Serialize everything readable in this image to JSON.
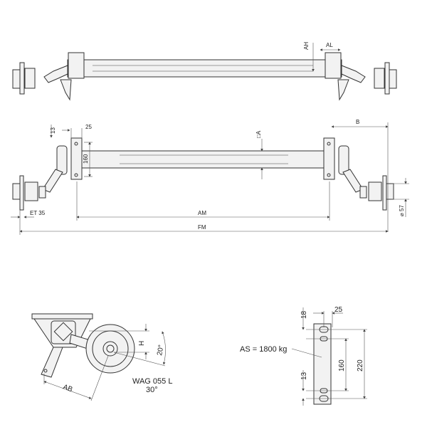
{
  "top_view": {
    "labels": {
      "ah": "AH",
      "al": "AL"
    }
  },
  "front_view": {
    "labels": {
      "d13": "13",
      "d25": "25",
      "d160": "160",
      "square_a": "□A",
      "b": "B",
      "et": "ET 35",
      "am": "AM",
      "fm": "FM",
      "d57": "⌀ 57"
    }
  },
  "side_view": {
    "labels": {
      "h": "H",
      "angle20": "20°",
      "ab": "AB",
      "model": "WAG 055 L",
      "angle30": "30°"
    }
  },
  "bracket_view": {
    "labels": {
      "d18": "18",
      "d25": "25",
      "load": "AS = 1800 kg",
      "d13": "13",
      "d160": "160",
      "d220": "220"
    }
  }
}
